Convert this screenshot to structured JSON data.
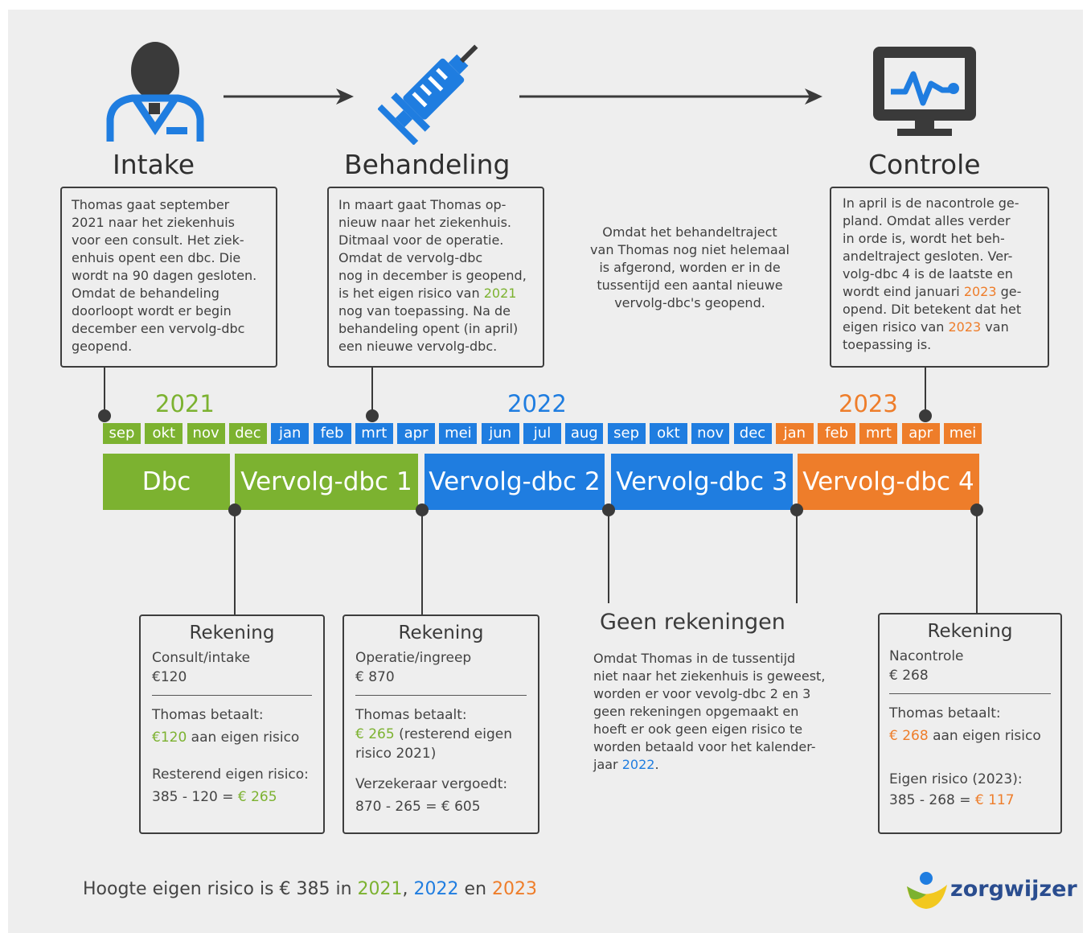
{
  "stages": {
    "intake": {
      "title": "Intake",
      "text": "Thomas gaat september\n2021 naar het ziekenhuis\nvoor een consult. Het ziek-\nenhuis opent een dbc. Die\nwordt na 90 dagen gesloten.\nOmdat de behandeling\ndoorloopt wordt er begin\ndecember een vervolg-dbc\ngeopend."
    },
    "behandeling": {
      "title": "Behandeling",
      "text_a": "In maart gaat Thomas op-\nnieuw naar het ziekenhuis.\nDitmaal voor de operatie.\nOmdat de vervolg-dbc\nnog in december is geopend,\nis het eigen risico van ",
      "text_year": "2021",
      "text_b": "\nnog van toepassing. Na de\nbehandeling opent (in april)\neen nieuwe vervolg-dbc."
    },
    "middle_note": "Omdat het behandeltraject\nvan Thomas nog niet helemaal\nis afgerond, worden er in de\ntussentijd een aantal nieuwe\nvervolg-dbc's geopend.",
    "controle": {
      "title": "Controle",
      "text_a": "In april is de nacontrole ge-\npland. Omdat alles verder\nin orde is, wordt het beh-\nandeltraject gesloten. Ver-\nvolg-dbc 4 is de laatste en\nwordt eind januari ",
      "text_year1": "2023",
      "text_b": " ge-\nopend. Dit betekent dat het\neigen risico van ",
      "text_year2": "2023",
      "text_c": " van\ntoepassing is."
    }
  },
  "timeline": {
    "years": [
      {
        "label": "2021",
        "color": "#7cb230"
      },
      {
        "label": "2022",
        "color": "#1f7de0"
      },
      {
        "label": "2023",
        "color": "#ee7d2a"
      }
    ],
    "months": [
      {
        "label": "sep",
        "color": "#7cb230"
      },
      {
        "label": "okt",
        "color": "#7cb230"
      },
      {
        "label": "nov",
        "color": "#7cb230"
      },
      {
        "label": "dec",
        "color": "#7cb230"
      },
      {
        "label": "jan",
        "color": "#1f7de0"
      },
      {
        "label": "feb",
        "color": "#1f7de0"
      },
      {
        "label": "mrt",
        "color": "#1f7de0"
      },
      {
        "label": "apr",
        "color": "#1f7de0"
      },
      {
        "label": "mei",
        "color": "#1f7de0"
      },
      {
        "label": "jun",
        "color": "#1f7de0"
      },
      {
        "label": "jul",
        "color": "#1f7de0"
      },
      {
        "label": "aug",
        "color": "#1f7de0"
      },
      {
        "label": "sep",
        "color": "#1f7de0"
      },
      {
        "label": "okt",
        "color": "#1f7de0"
      },
      {
        "label": "nov",
        "color": "#1f7de0"
      },
      {
        "label": "dec",
        "color": "#1f7de0"
      },
      {
        "label": "jan",
        "color": "#ee7d2a"
      },
      {
        "label": "feb",
        "color": "#ee7d2a"
      },
      {
        "label": "mrt",
        "color": "#ee7d2a"
      },
      {
        "label": "apr",
        "color": "#ee7d2a"
      },
      {
        "label": "mei",
        "color": "#ee7d2a"
      }
    ],
    "segments": [
      {
        "label": "Dbc",
        "color": "#7cb230"
      },
      {
        "label": "Vervolg-dbc 1",
        "color": "#7cb230"
      },
      {
        "label": "Vervolg-dbc 2",
        "color": "#1f7de0"
      },
      {
        "label": "Vervolg-dbc 3",
        "color": "#1f7de0"
      },
      {
        "label": "Vervolg-dbc 4",
        "color": "#ee7d2a"
      }
    ]
  },
  "bills": {
    "bill1": {
      "title": "Rekening",
      "item": "Consult/intake",
      "amount": "€120",
      "pays_label": "Thomas betaalt:",
      "pays_amount": "€120",
      "pays_rest": " aan eigen risico",
      "remaining_label": "Resterend eigen risico:",
      "remaining_calc": "385 - 120 = ",
      "remaining_value": "€ 265"
    },
    "bill2": {
      "title": "Rekening",
      "item": "Operatie/ingreep",
      "amount": "€ 870",
      "pays_label": "Thomas betaalt:",
      "pays_amount": "€ 265",
      "pays_rest": " (resterend eigen\nrisico 2021)",
      "insurer_label": "Verzekeraar vergoedt:",
      "insurer_calc": "870 - 265 = € 605"
    },
    "none": {
      "title": "Geen rekeningen",
      "text_a": "Omdat Thomas in de tussentijd\nniet naar het ziekenhuis is geweest,\nworden er voor vevolg-dbc 2 en 3\ngeen rekeningen opgemaakt en\nhoeft er ook geen eigen risico te\nworden betaald voor het kalender-\njaar ",
      "text_year": "2022",
      "text_b": "."
    },
    "bill4": {
      "title": "Rekening",
      "item": "Nacontrole",
      "amount": "€ 268",
      "pays_label": "Thomas betaalt:",
      "pays_amount": "€ 268",
      "pays_rest": " aan eigen risico",
      "remaining_label": "Eigen risico (2023):",
      "remaining_calc": "385 - 268 = ",
      "remaining_value": "€ 117"
    }
  },
  "footer": {
    "text": "Hoogte eigen risico is € 385 in ",
    "y1": "2021",
    "sep1": ", ",
    "y2": "2022",
    "sep2": " en ",
    "y3": "2023"
  },
  "brand": {
    "name": "zorgwijzer"
  },
  "icons": [
    "doctor-icon",
    "syringe-icon",
    "monitor-icon",
    "arrow-right-icon"
  ],
  "colors": {
    "green": "#7cb230",
    "blue": "#1f7de0",
    "orange": "#ee7d2a",
    "dark": "#3a3a3a"
  }
}
